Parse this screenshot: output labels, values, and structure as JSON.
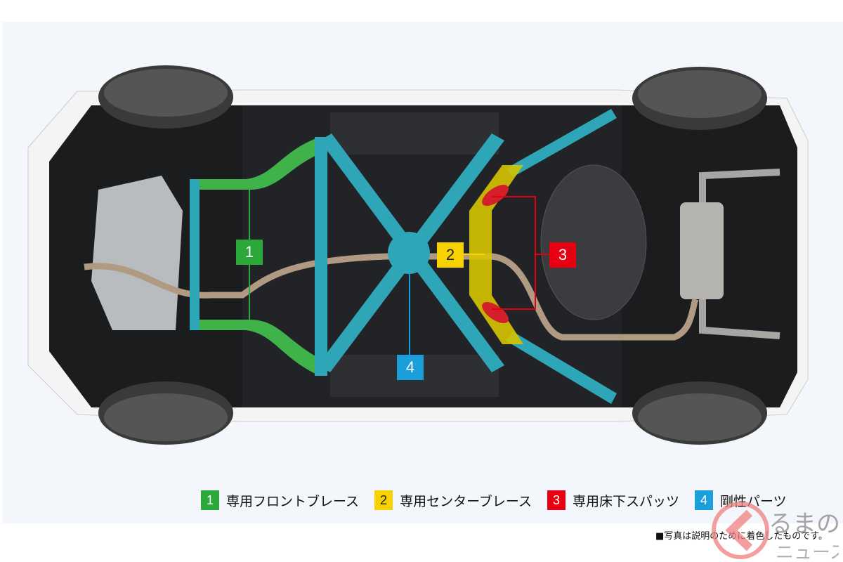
{
  "labels": [
    {
      "num": "1",
      "text": "専用フロントブレース",
      "color": "#2ca83a"
    },
    {
      "num": "2",
      "text": "専用センターブレース",
      "color": "#f7d100"
    },
    {
      "num": "3",
      "text": "専用床下スパッツ",
      "color": "#e60012"
    },
    {
      "num": "4",
      "text": "剛性パーツ",
      "color": "#1a9fdc"
    }
  ],
  "note": "■写真は説明のために着色したものです。",
  "watermark": "くるまのニュース"
}
